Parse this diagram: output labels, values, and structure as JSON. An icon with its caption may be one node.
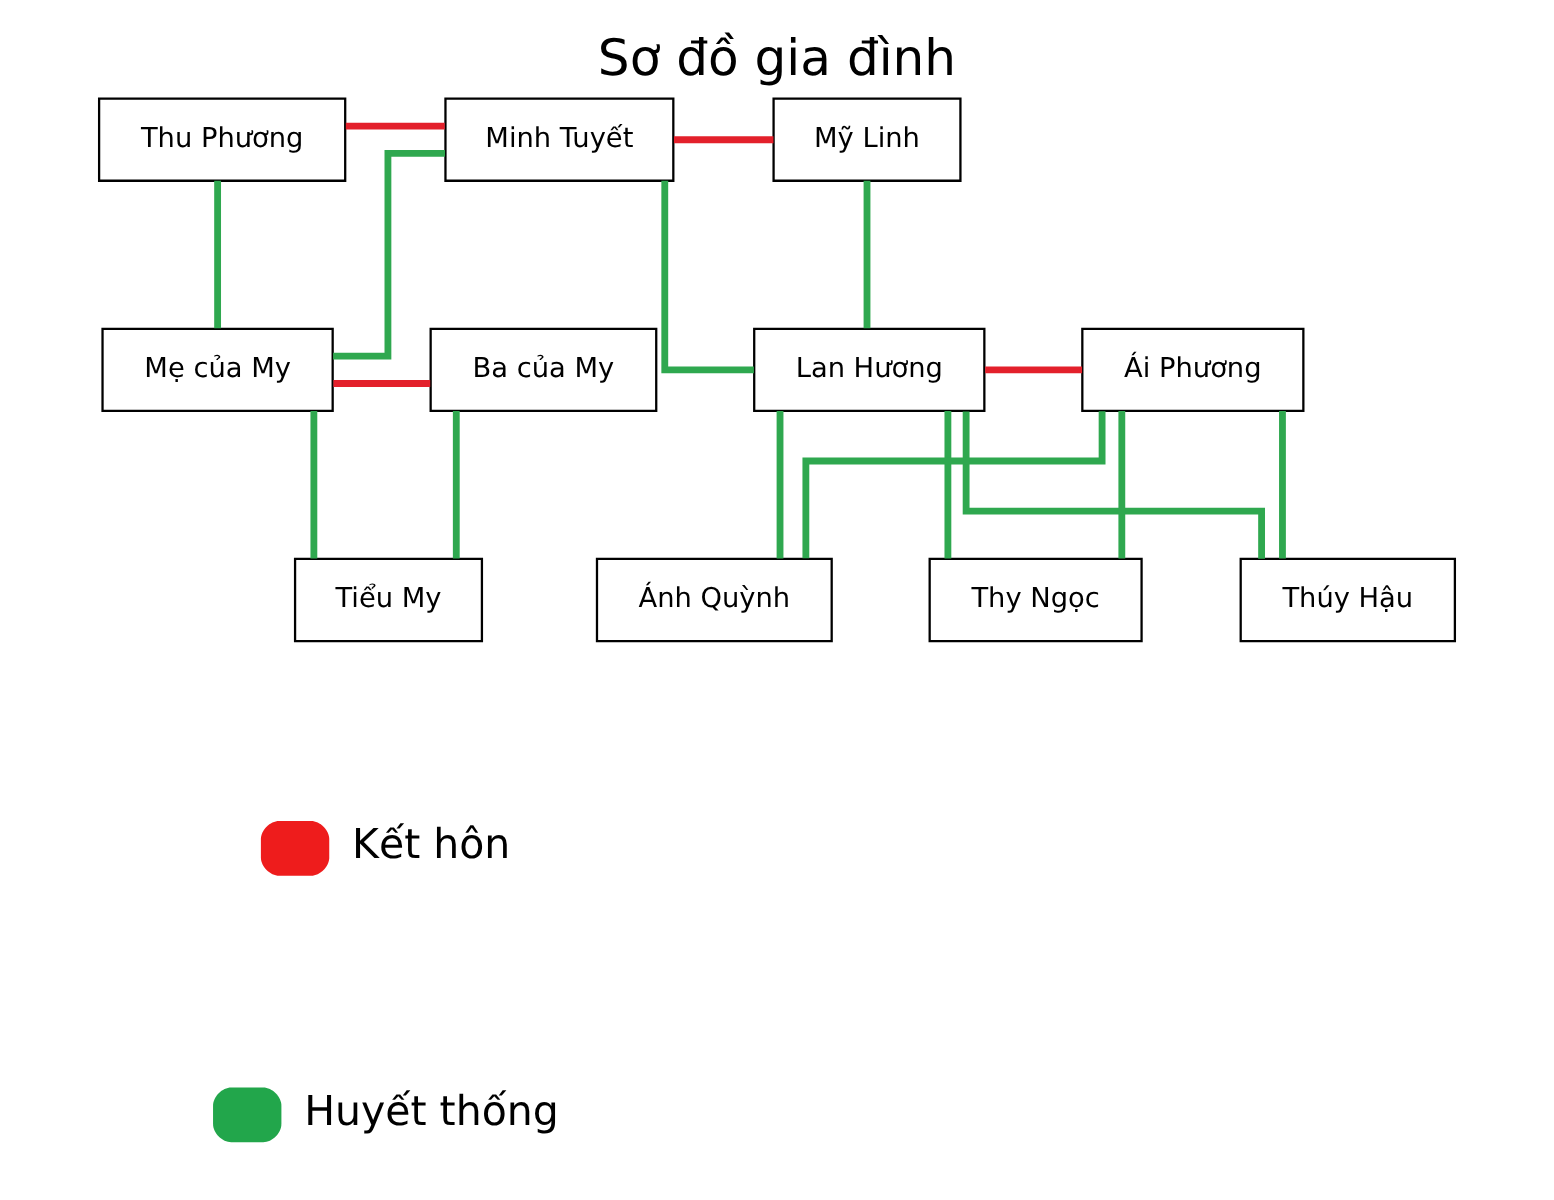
{
  "diagram": {
    "title": "Sơ đồ gia đình",
    "nodes": [
      {
        "text": [
          "Thu Phương"
        ]
      },
      {
        "text": [
          "Minh Tuyết"
        ]
      },
      {
        "text": [
          "Mỹ Linh"
        ]
      },
      {
        "text": [
          "Mẹ của My"
        ]
      },
      {
        "text": [
          "Ba của My"
        ]
      },
      {
        "text": [
          "Lan Hương"
        ]
      },
      {
        "text": [
          "Ái Phương"
        ]
      },
      {
        "text": [
          "Tiểu My"
        ]
      },
      {
        "text": [
          "Ánh Quỳnh"
        ]
      },
      {
        "text": [
          "Thy Ngọc"
        ]
      },
      {
        "text": [
          "Thúy Hậu"
        ]
      }
    ],
    "edges": [
      {
        "from": 0,
        "to": 1,
        "arrow": "none",
        "color": "#e3202b"
      },
      {
        "from": 1,
        "to": 2,
        "arrow": "none",
        "color": "#e3202b"
      },
      {
        "from": 0,
        "to": 3,
        "arrow": "none"
      },
      {
        "from": 1,
        "to": 3,
        "arrow": "none"
      },
      {
        "from": 1,
        "to": 5,
        "arrow": "none"
      },
      {
        "from": 2,
        "to": 5,
        "arrow": "none"
      },
      {
        "from": 3,
        "to": 4,
        "arrow": "none",
        "color": "#e3202b"
      },
      {
        "from": 5,
        "to": 6,
        "arrow": "none",
        "color": "#e3202b"
      },
      {
        "from": 3,
        "to": 7,
        "arrow": "none"
      },
      {
        "from": 4,
        "to": 7,
        "arrow": "none"
      },
      {
        "from": 5,
        "to": 8,
        "arrow": "none"
      },
      {
        "from": 6,
        "to": 8,
        "arrow": "none"
      },
      {
        "from": 5,
        "to": 9,
        "arrow": "none"
      },
      {
        "from": 6,
        "to": 9,
        "arrow": "none"
      },
      {
        "from": 5,
        "to": 10,
        "arrow": "none"
      },
      {
        "from": 6,
        "to": 10,
        "arrow": "none"
      }
    ],
    "legend": [
      {
        "text": "Kết hôn",
        "color": "#ee1c1c"
      },
      {
        "text": "Huyết thống",
        "color": "#22a64b"
      }
    ]
  }
}
